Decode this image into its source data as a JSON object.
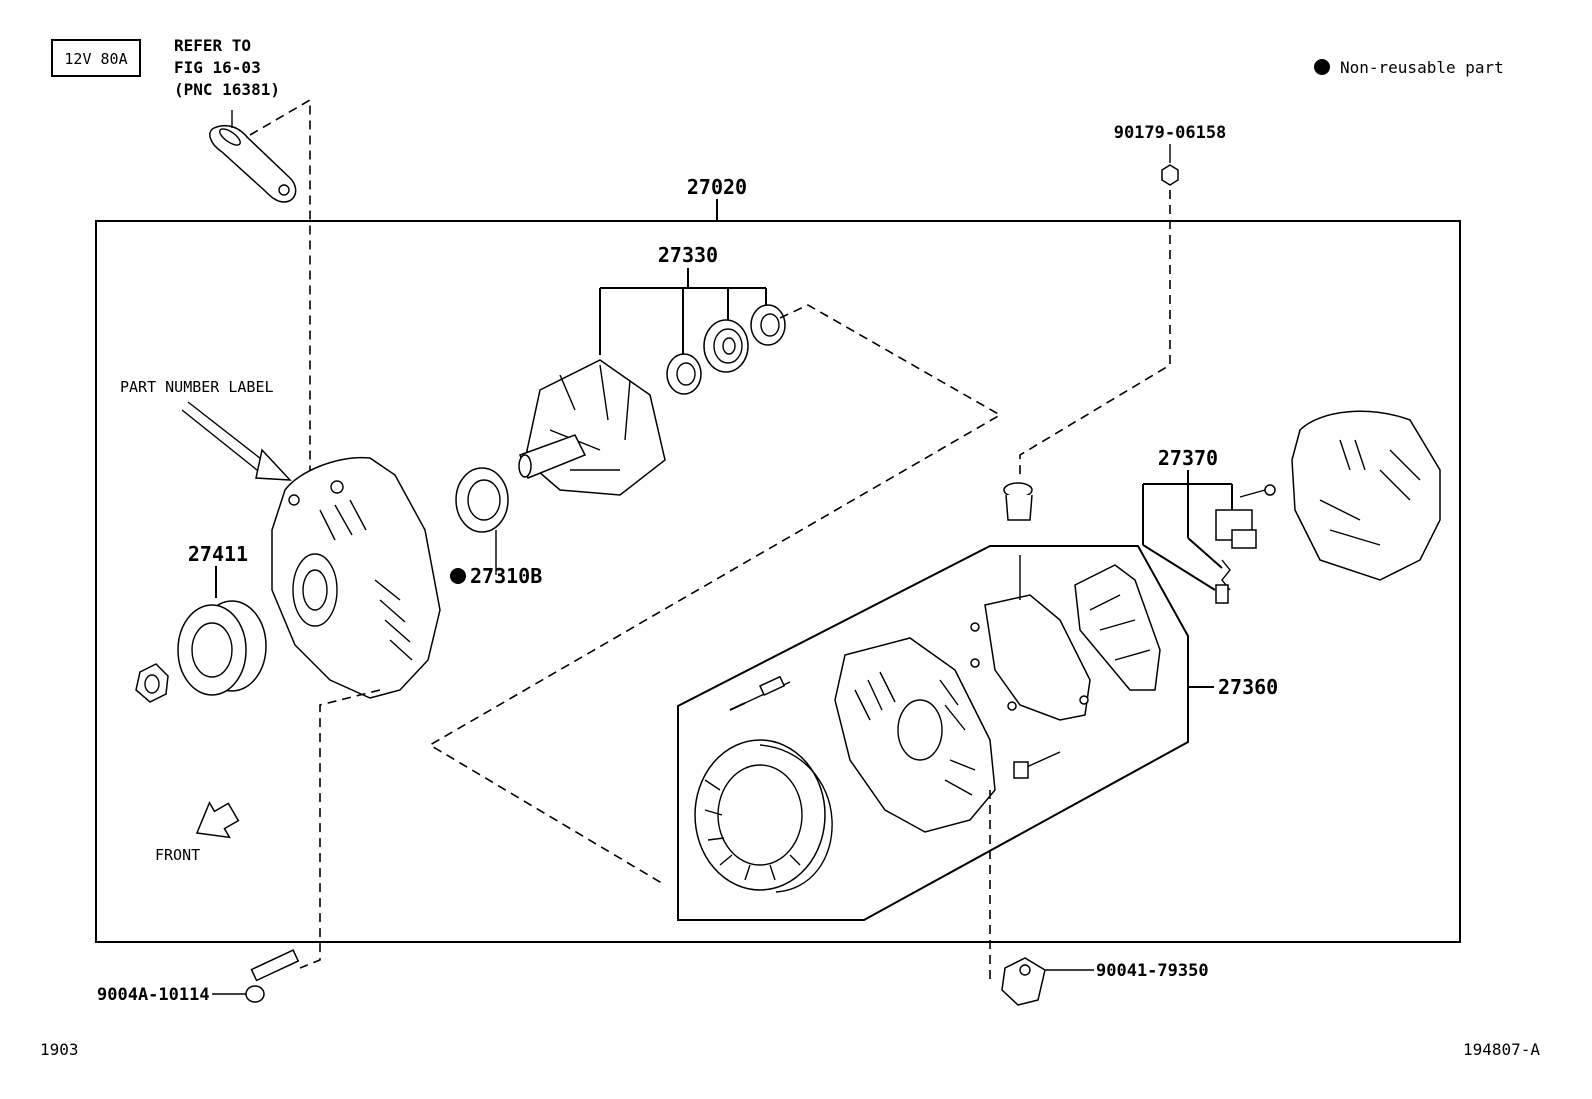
{
  "header": {
    "spec_badge": "12V 80A",
    "refer_line1": "REFER TO",
    "refer_line2": "FIG 16-03",
    "refer_line3": "(PNC 16381)",
    "legend": "Non-reusable part"
  },
  "labels": {
    "assembly": "27020",
    "rotor": "27330",
    "bearing": "27310B",
    "pulley": "27411",
    "brush_holder": "27370",
    "rectifier": "27360",
    "nut_top": "90179-06158",
    "bolt_bottom_left": "9004A-10114",
    "terminal_insulator": "90041-79350",
    "part_number_label": "PART NUMBER LABEL",
    "front": "FRONT"
  },
  "footer": {
    "left_code": "1903",
    "right_code": "194807-A"
  }
}
